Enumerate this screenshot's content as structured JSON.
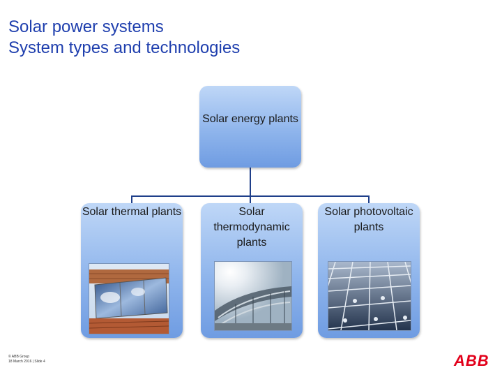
{
  "slide": {
    "title_line1": "Solar power systems",
    "title_line2": "System types and technologies"
  },
  "diagram": {
    "root": {
      "label": "Solar energy plants"
    },
    "children": [
      {
        "label": "Solar thermal plants",
        "photo": "solar-thermal-collectors-photo"
      },
      {
        "label": "Solar thermodynamic plants",
        "photo": "solar-thermodynamic-mirrors-photo"
      },
      {
        "label": "Solar photovoltaic plants",
        "photo": "photovoltaic-panel-photo"
      }
    ],
    "colors": {
      "box": "#8fb5ec",
      "connector": "#1f3f8a",
      "title": "#1f3fae"
    }
  },
  "footer": {
    "line1": "© ABB Group",
    "line2": "18 March 2016 | Slide 4"
  },
  "logo": {
    "text": "ABB",
    "color": "#e2001a"
  }
}
